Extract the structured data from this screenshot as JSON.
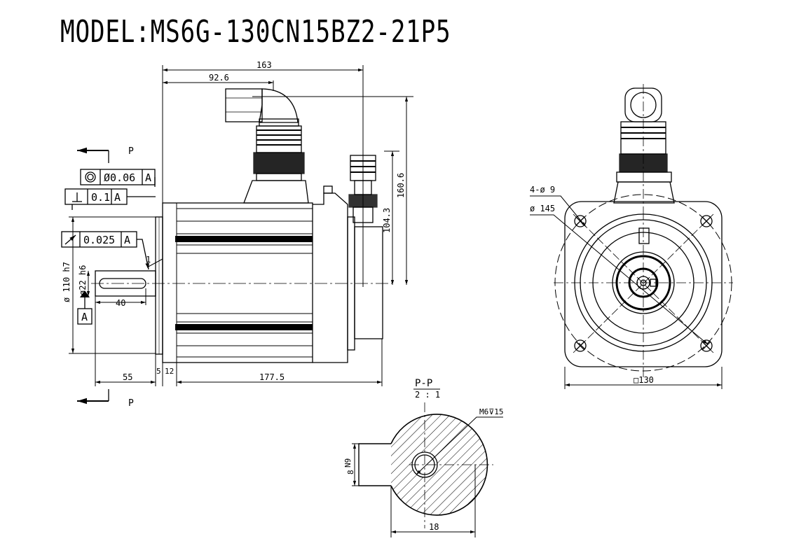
{
  "model_title": "MODEL:MS6G-130CN15BZ2-21P5",
  "section_marks": {
    "top": "P",
    "bottom": "P"
  },
  "tolerances": {
    "concentricity_value": "Ø0.06",
    "concentricity_datum": "A",
    "perpendicularity_value": "0.1",
    "perpendicularity_datum": "A",
    "runout_value": "0.025",
    "runout_datum": "A",
    "datum_label": "A"
  },
  "side_view": {
    "dim_overall_top": "163",
    "dim_connector_offset": "92.6",
    "dim_height_overall": "160.6",
    "dim_height_center": "104.3",
    "dim_pilot_dia": "ø 110 h7",
    "dim_shaft_dia": "ø22 h6",
    "dim_key_length": "40",
    "dim_chamfer": "1",
    "dim_shaft_length": "55",
    "dim_flange_a": "5",
    "dim_flange_b": "12",
    "dim_body_length": "177.5"
  },
  "front_view": {
    "dim_holes": "4-ø 9",
    "dim_pcd": "ø 145",
    "dim_square": "□130"
  },
  "section_view": {
    "title": "P-P",
    "scale": "2 : 1",
    "dim_thread": "M6⊽15",
    "dim_key_depth": "N9",
    "dim_key_width": "8",
    "dim_shaft_width": "18"
  }
}
